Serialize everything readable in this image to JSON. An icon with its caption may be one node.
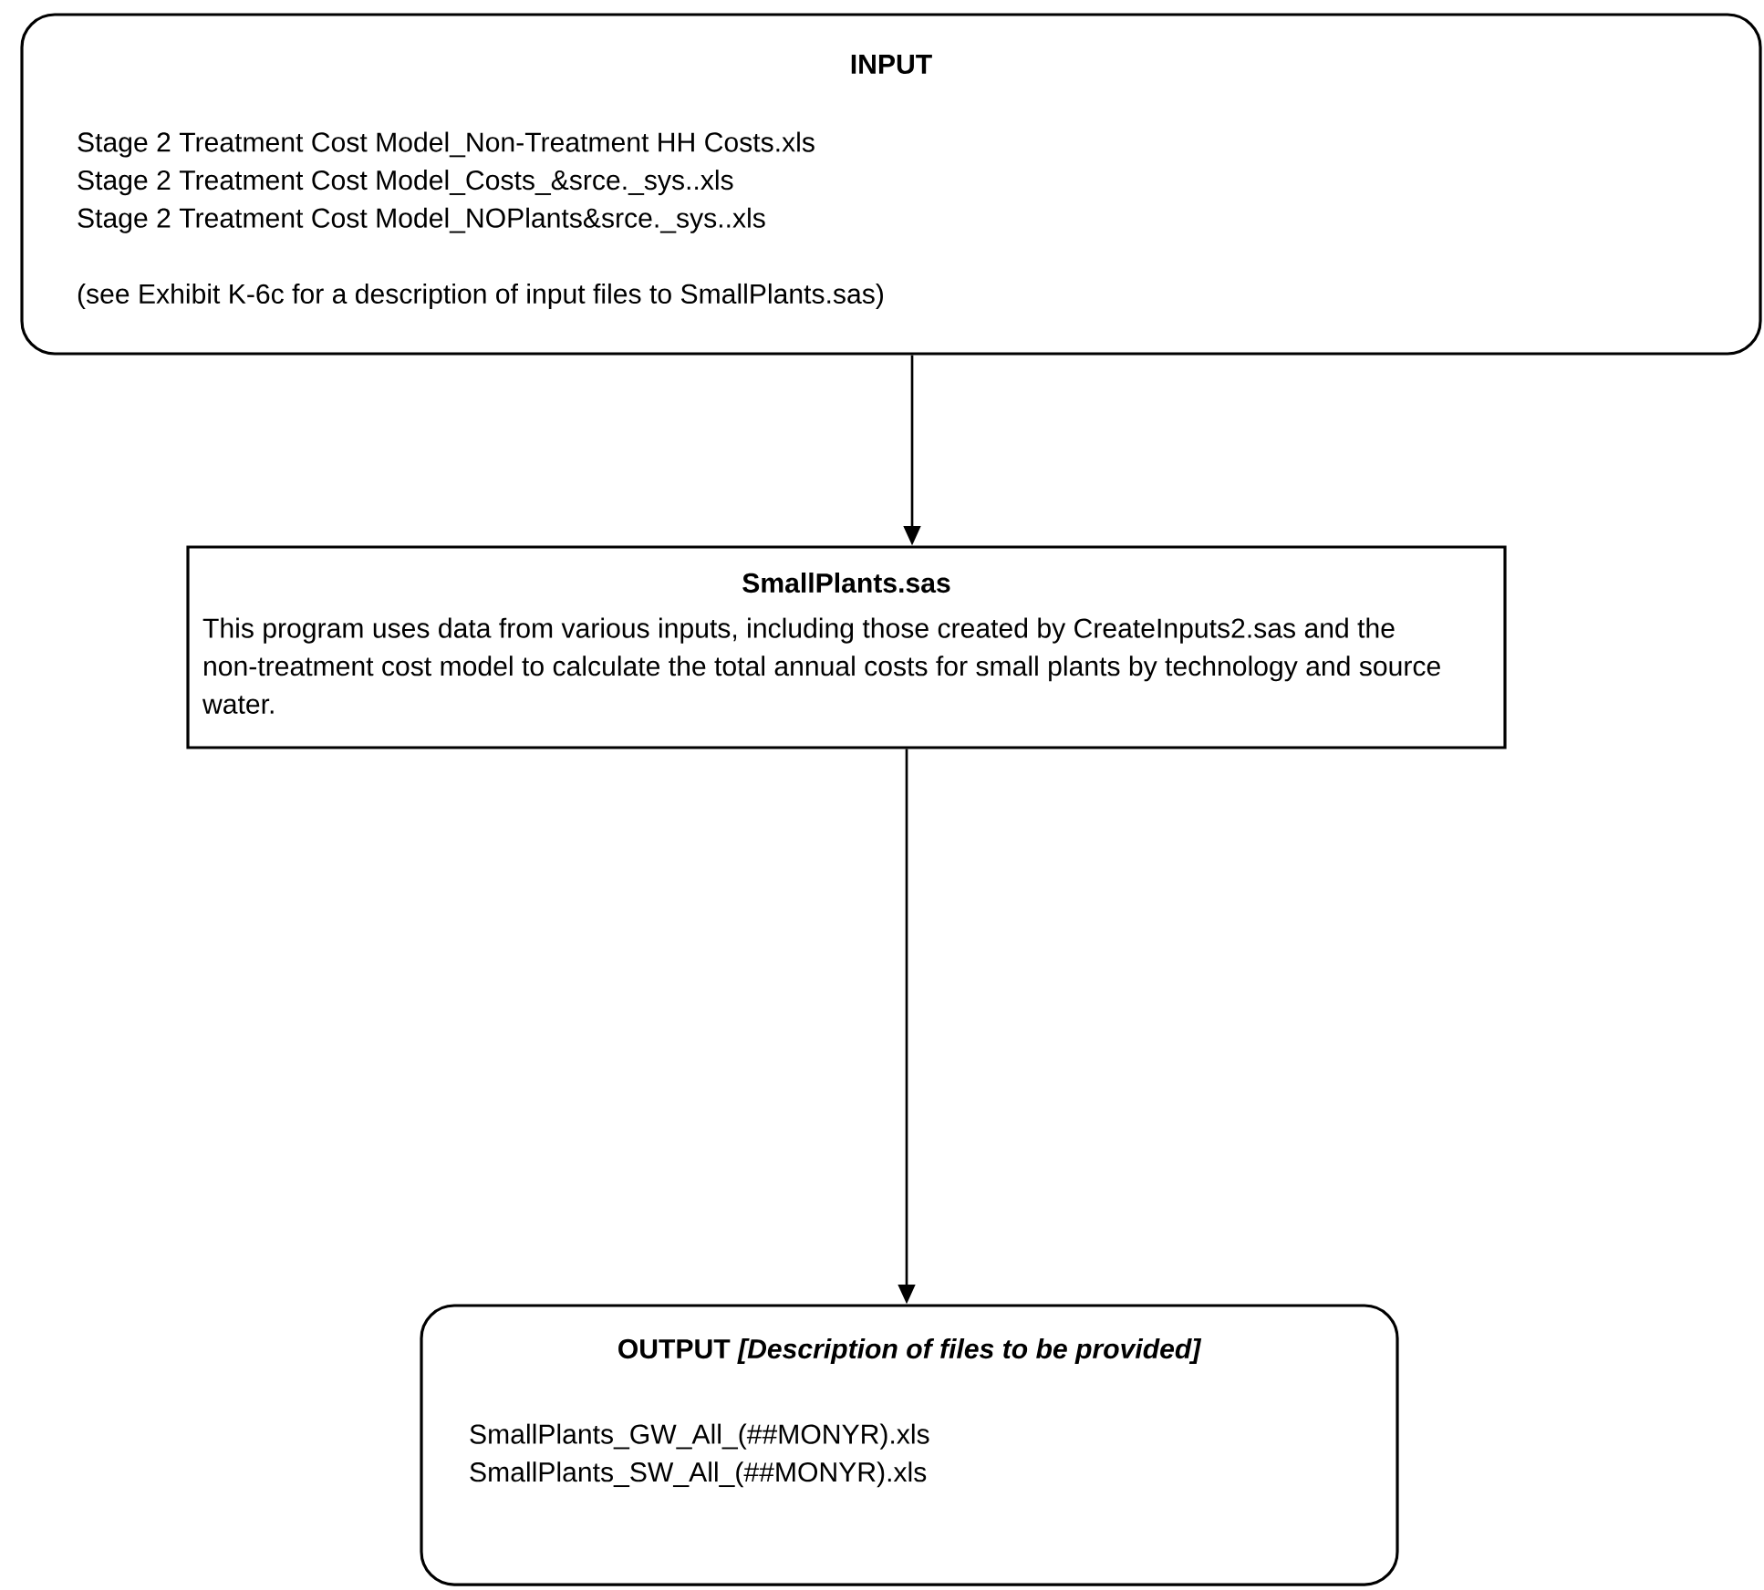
{
  "diagram": {
    "nodes": [
      {
        "text": [
          "INPUT",
          "Stage 2 Treatment Cost Model_Non-Treatment HH Costs.xls",
          "Stage 2 Treatment Cost Model_Costs_&srce._sys..xls",
          "Stage 2 Treatment Cost Model_NOPlants&srce._sys..xls",
          "(see Exhibit K-6c for a description of input files to SmallPlants.sas)"
        ]
      },
      {
        "text": [
          "SmallPlants.sas",
          "This program uses data from various inputs, including those created by CreateInputs2.sas and the non-treatment cost model to calculate the total annual costs for small plants by technology and source water."
        ]
      },
      {
        "text": [
          "**OUTPUT** *[Description of files to be provided]*",
          "SmallPlants_GW_All_(##MONYR).xls",
          "SmallPlants_SW_All_(##MONYR).xls"
        ]
      }
    ],
    "edges": [
      {
        "from": 0,
        "to": 1,
        "arrow": "to"
      },
      {
        "from": 1,
        "to": 2,
        "arrow": "to"
      }
    ]
  }
}
